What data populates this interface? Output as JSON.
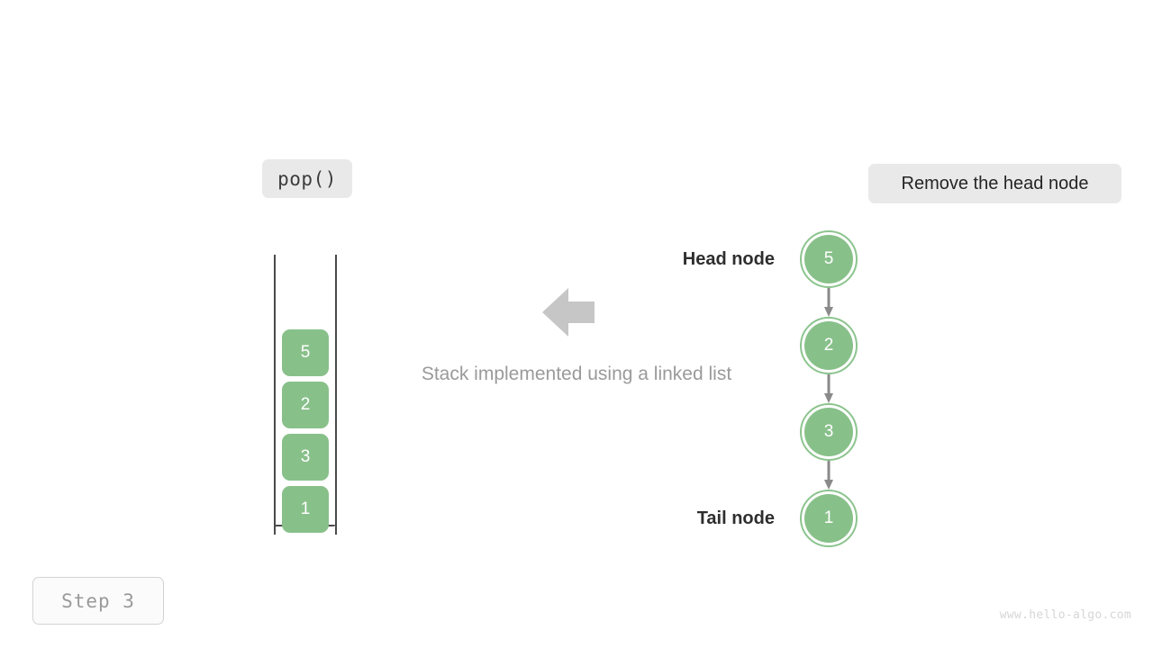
{
  "meta": {
    "title": "Stack implemented using a linked list",
    "watermark": "www.hello-algo.com",
    "step_label": "Step 3"
  },
  "operation": {
    "chip_label": "pop()",
    "description_label": "Remove the head node"
  },
  "caption": {
    "text": "Stack implemented using a linked list"
  },
  "stack": {
    "items": [
      {
        "value": "5"
      },
      {
        "value": "2"
      },
      {
        "value": "3"
      },
      {
        "value": "1"
      }
    ]
  },
  "linked_list": {
    "head_label": "Head node",
    "tail_label": "Tail node",
    "nodes": [
      {
        "value": "5"
      },
      {
        "value": "2"
      },
      {
        "value": "3"
      },
      {
        "value": "1"
      }
    ]
  },
  "icons": {
    "flow_arrow": "left-block-arrow-icon",
    "link_arrow": "down-arrow-icon"
  },
  "colors": {
    "node_fill": "#88c08a",
    "node_ring": "#8cc48e",
    "chip_bg": "#e9e9e9",
    "caption_text": "#9a9a9a",
    "container_stroke": "#4a4a4a",
    "link_arrow": "#8a8a8a",
    "block_arrow": "#c6c6c6",
    "watermark": "#d6d6d6"
  }
}
